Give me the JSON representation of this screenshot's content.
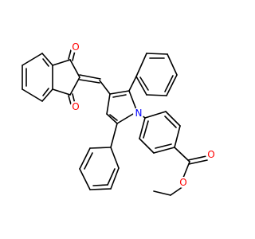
{
  "colors": {
    "background": "#ffffff",
    "bond": "#000000",
    "oxygen": "#ff0000",
    "nitrogen": "#0000ff"
  },
  "atoms": {
    "o_top": "O",
    "o_bottom": "O",
    "n_pyrrole": "N",
    "o_carbonyl": "O",
    "o_ester": "O"
  }
}
